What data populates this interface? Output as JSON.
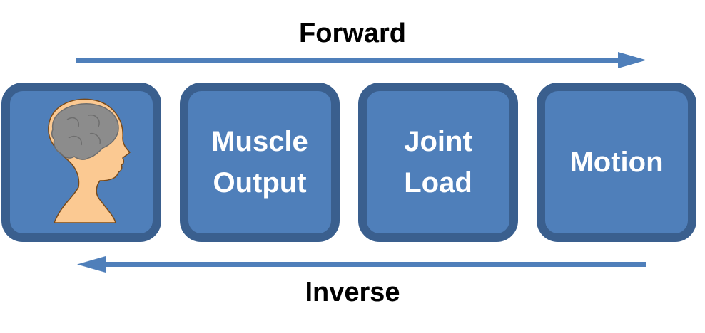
{
  "diagram": {
    "forward_label": "Forward",
    "inverse_label": "Inverse",
    "boxes": [
      {
        "icon": "human-head-brain-icon",
        "label": ""
      },
      {
        "label": "Muscle\nOutput"
      },
      {
        "label": "Joint\nLoad"
      },
      {
        "label": "Motion"
      }
    ]
  },
  "colors": {
    "box_fill": "#4f7fba",
    "box_border": "#3a5f8e",
    "arrow": "#4f7fba",
    "skin": "#fbc992",
    "brain": "#8c8c8c"
  }
}
